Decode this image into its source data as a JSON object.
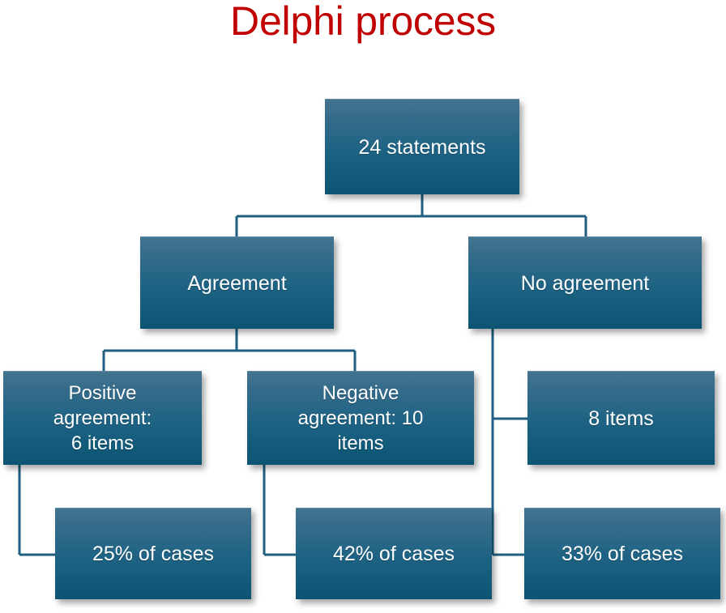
{
  "title": "Delphi process",
  "colors": {
    "title": "#c00000",
    "box_gradient_top": "#43748f",
    "box_gradient_bottom": "#0d5473",
    "box_text": "#ffffff",
    "connector": "#1f5f80",
    "background": "#ffffff"
  },
  "diagram": {
    "type": "flowchart",
    "orientation": "top-down",
    "nodes": [
      {
        "id": "root",
        "label": "24 statements"
      },
      {
        "id": "agreement",
        "label": "Agreement"
      },
      {
        "id": "noagreement",
        "label": "No agreement"
      },
      {
        "id": "positive",
        "label": "Positive\nagreement:\n6 items"
      },
      {
        "id": "negative",
        "label": "Negative\nagreement: 10\nitems"
      },
      {
        "id": "eightitems",
        "label": "8 items"
      },
      {
        "id": "pct25",
        "label": "25% of cases"
      },
      {
        "id": "pct42",
        "label": "42% of cases"
      },
      {
        "id": "pct33",
        "label": "33% of cases"
      }
    ],
    "edges": [
      {
        "from": "root",
        "to": "agreement"
      },
      {
        "from": "root",
        "to": "noagreement"
      },
      {
        "from": "agreement",
        "to": "positive"
      },
      {
        "from": "agreement",
        "to": "negative"
      },
      {
        "from": "noagreement",
        "to": "eightitems"
      },
      {
        "from": "noagreement",
        "to": "pct33"
      },
      {
        "from": "positive",
        "to": "pct25"
      },
      {
        "from": "negative",
        "to": "pct42"
      }
    ]
  }
}
